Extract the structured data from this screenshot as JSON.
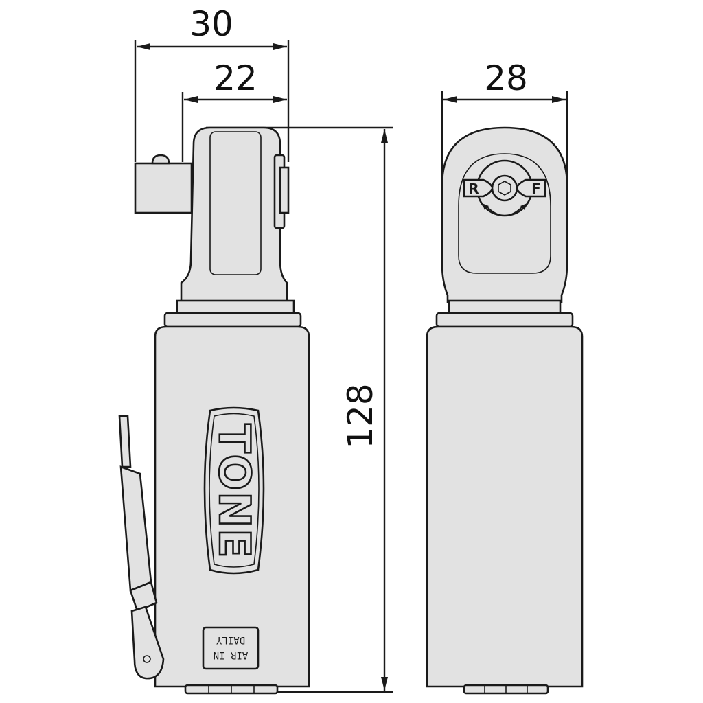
{
  "dimensions": {
    "side_total_width": "30",
    "side_head_width": "22",
    "front_width": "28",
    "total_height": "128"
  },
  "side_view": {
    "brand_logo": "TONE",
    "plate_line_1": "AIR IN",
    "plate_line_2": "DAILY"
  },
  "front_view": {
    "reverse_label": "R",
    "forward_label": "F"
  }
}
